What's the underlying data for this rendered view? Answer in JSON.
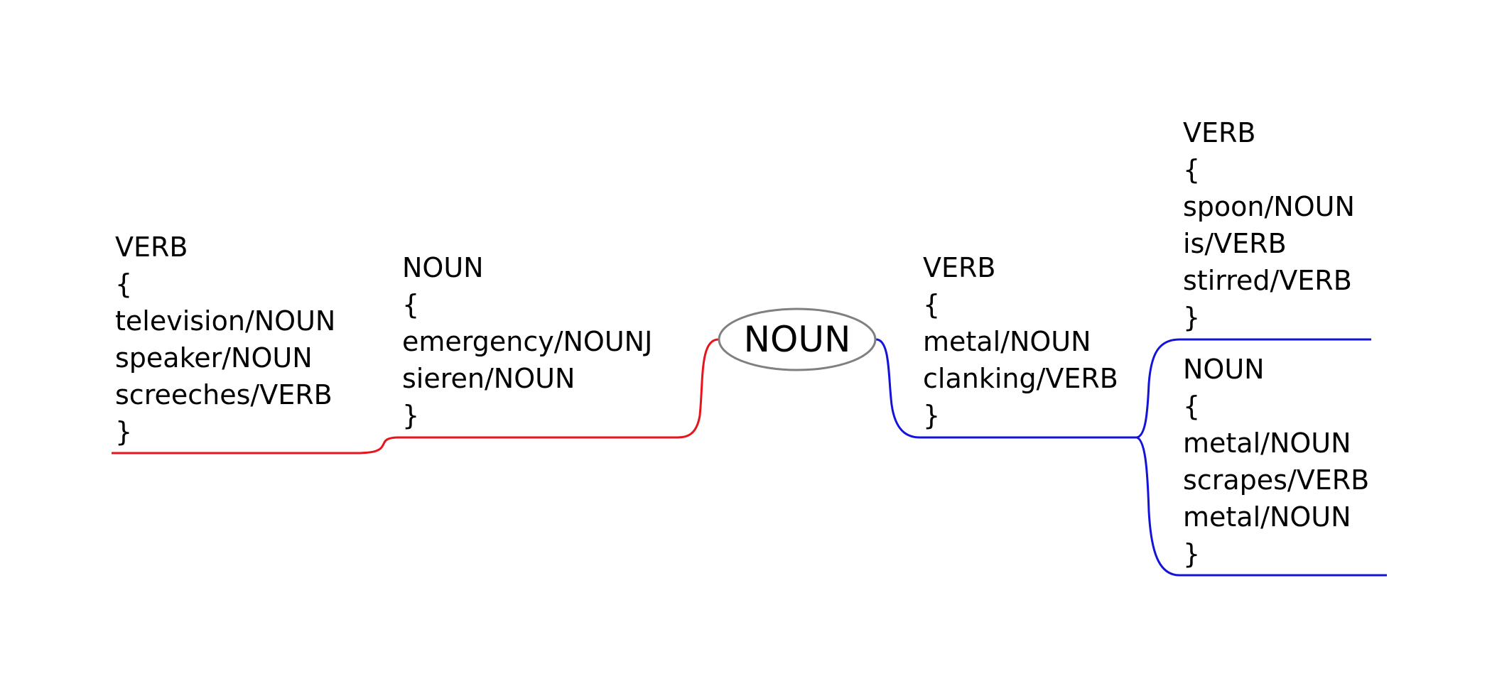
{
  "colors": {
    "left_branch": "#e8141c",
    "right_branch": "#1414d8",
    "center_outline": "#808080",
    "text": "#000000"
  },
  "center": {
    "label": "NOUN"
  },
  "nodes": {
    "left_outer": {
      "lines": [
        "VERB",
        "{",
        "television/NOUN",
        "speaker/NOUN",
        "screeches/VERB",
        "}"
      ]
    },
    "left_inner": {
      "lines": [
        "NOUN",
        "{",
        "emergency/NOUNJ",
        "sieren/NOUN",
        "}"
      ]
    },
    "right_inner": {
      "lines": [
        "VERB",
        "{",
        "metal/NOUN",
        "clanking/VERB",
        "}"
      ]
    },
    "right_top": {
      "lines": [
        "VERB",
        "{",
        "spoon/NOUN",
        "is/VERB",
        "stirred/VERB",
        "}"
      ]
    },
    "right_bottom": {
      "lines": [
        "NOUN",
        "{",
        "metal/NOUN",
        "scrapes/VERB",
        "metal/NOUN",
        "}"
      ]
    }
  }
}
